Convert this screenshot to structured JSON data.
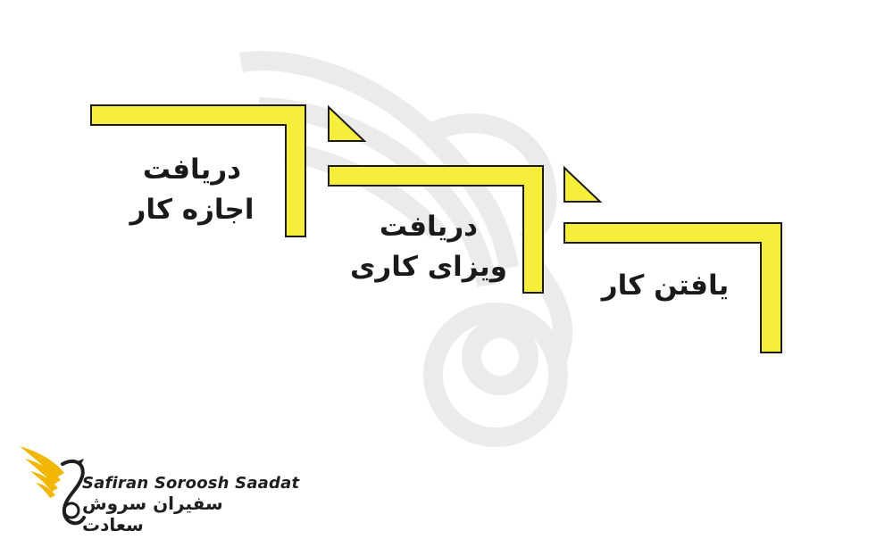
{
  "steps": [
    {
      "id": "permit",
      "lines": [
        "دریافت",
        "اجازه کار"
      ]
    },
    {
      "id": "visa",
      "lines": [
        "دریافت",
        "ویزای کاری"
      ]
    },
    {
      "id": "job",
      "lines": [
        "یافتن کار"
      ]
    }
  ],
  "logo": {
    "name_en": "Safiran Soroosh Saadat",
    "name_fa": "سفیران سروش سعادت"
  },
  "colors": {
    "accent": "#F5EE3A",
    "stroke": "#1a1a1a",
    "text": "#1a1a1a",
    "watermark": "#ececec",
    "logo_gold": "#F2B705"
  }
}
